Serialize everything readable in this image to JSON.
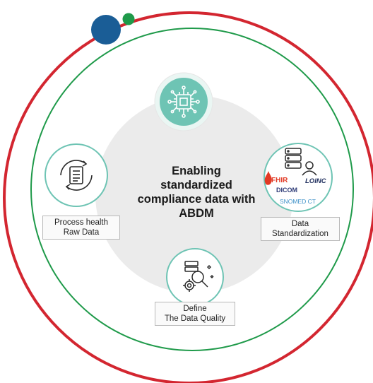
{
  "center": {
    "title_lines": [
      "Enabling",
      "standardized",
      "compliance data with",
      "ABDM"
    ]
  },
  "nodes": {
    "process": {
      "label_lines": [
        "Process health",
        "Raw Data"
      ]
    },
    "standardization": {
      "label_lines": [
        "Data",
        "Standardization"
      ]
    },
    "quality": {
      "label_lines": [
        "Define",
        "The Data Quality"
      ]
    }
  },
  "standards": {
    "fhir": "FHIR",
    "loinc": "LOINC",
    "dicom": "DICOM",
    "snomed": "SNOMED CT"
  },
  "colors": {
    "outer_ring": "#d32630",
    "inner_ring": "#1f9a4a",
    "node_blue": "#1a5d96",
    "node_green": "#1f9a4a",
    "teal": "#6ec4b4",
    "teal_fill": "#eaf6f3",
    "disc": "#ebebeb"
  }
}
